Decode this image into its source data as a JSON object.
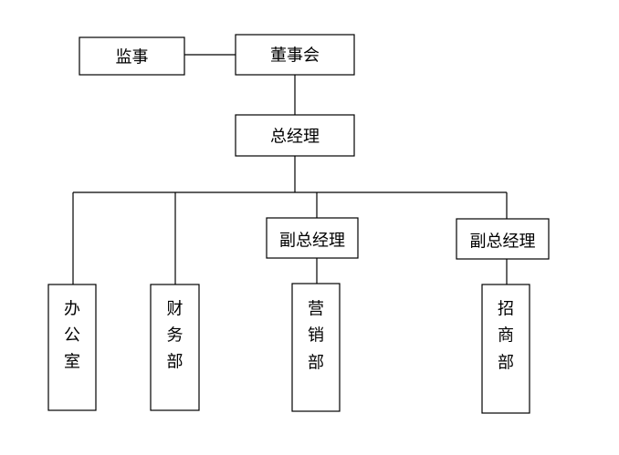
{
  "org": {
    "supervisor": "监事",
    "board": "董事会",
    "gm": "总经理",
    "vgm_left": "副总经理",
    "vgm_right": "副总经理",
    "dept_office": [
      "办",
      "公",
      "室"
    ],
    "dept_finance": [
      "财",
      "务",
      "部"
    ],
    "dept_marketing": [
      "营",
      "销",
      "部"
    ],
    "dept_investment": [
      "招",
      "商",
      "部"
    ]
  },
  "colors": {
    "line": "#000000",
    "box_fill": "#ffffff",
    "text": "#000000"
  }
}
